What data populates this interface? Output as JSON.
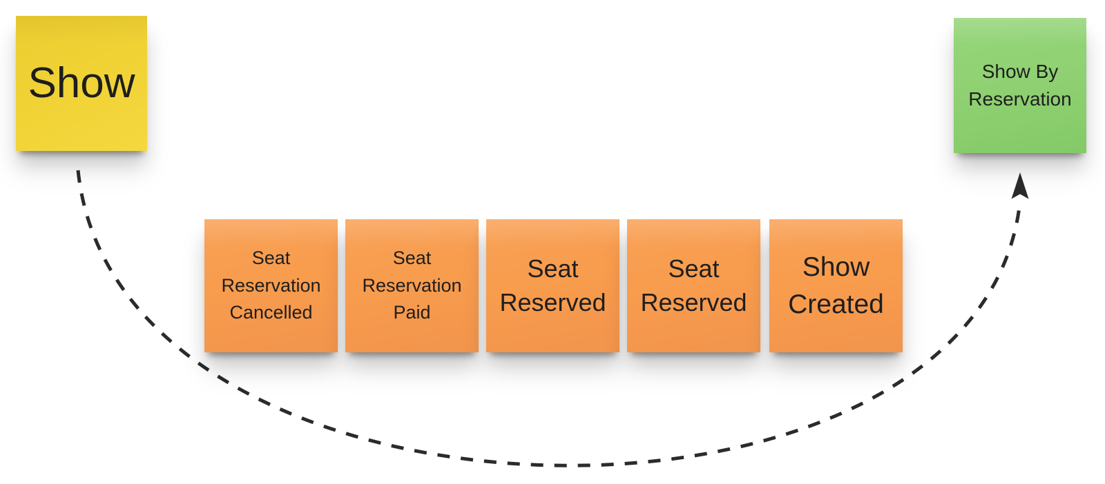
{
  "board": {
    "background_color": "#ffffff"
  },
  "notes": [
    {
      "id": "show",
      "label": "Show",
      "color": "#f0d136"
    },
    {
      "id": "seat-reservation-cancelled",
      "label": "Seat Reservation Cancelled",
      "color": "#f89c4d"
    },
    {
      "id": "seat-reservation-paid",
      "label": "Seat Reservation Paid",
      "color": "#f89c4d"
    },
    {
      "id": "seat-reserved-1",
      "label": "Seat Reserved",
      "color": "#f89c4d"
    },
    {
      "id": "seat-reserved-2",
      "label": "Seat Reserved",
      "color": "#f89c4d"
    },
    {
      "id": "show-created",
      "label": "Show Created",
      "color": "#f89c4d"
    },
    {
      "id": "show-by-reservation",
      "label": "Show By Reservation",
      "color": "#8ed071"
    }
  ],
  "connector": {
    "style": "dashed",
    "color": "#2b2b2b",
    "from": "Show",
    "to": "Show By Reservation"
  }
}
